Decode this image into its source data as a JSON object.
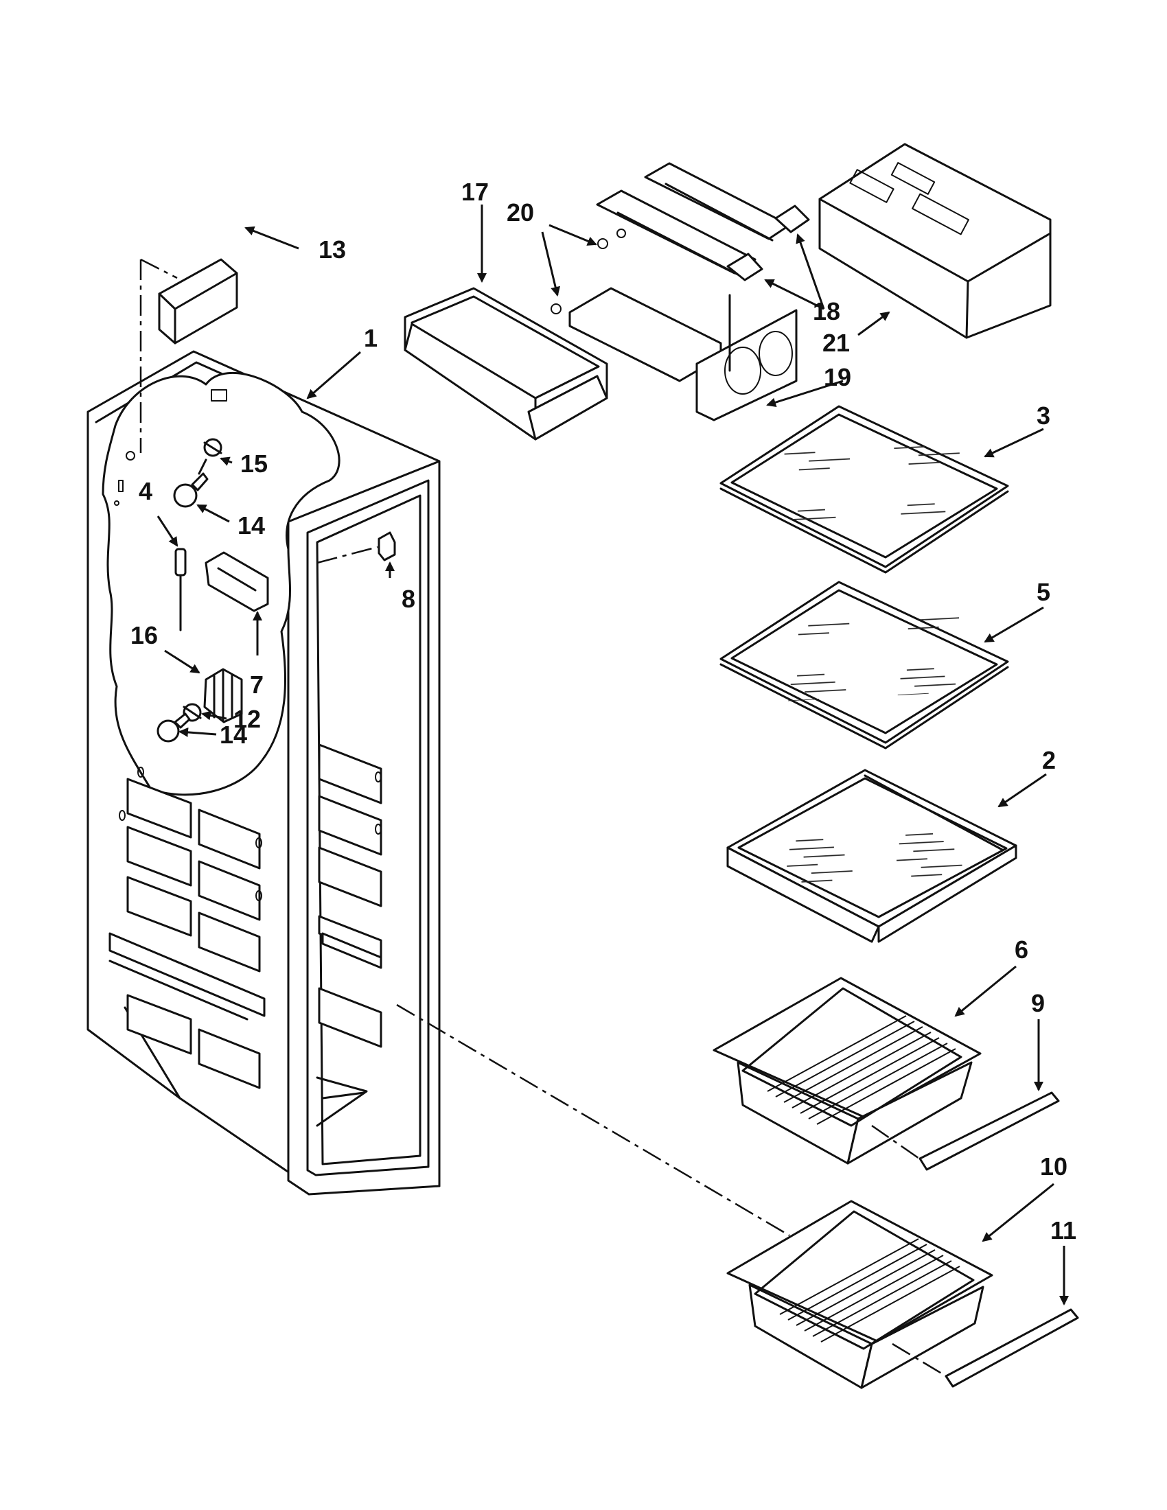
{
  "diagram": {
    "callouts": [
      {
        "id": "callout-1",
        "label": "1"
      },
      {
        "id": "callout-2",
        "label": "2"
      },
      {
        "id": "callout-3",
        "label": "3"
      },
      {
        "id": "callout-4",
        "label": "4"
      },
      {
        "id": "callout-5",
        "label": "5"
      },
      {
        "id": "callout-6",
        "label": "6"
      },
      {
        "id": "callout-7",
        "label": "7"
      },
      {
        "id": "callout-8",
        "label": "8"
      },
      {
        "id": "callout-9",
        "label": "9"
      },
      {
        "id": "callout-10",
        "label": "10"
      },
      {
        "id": "callout-11",
        "label": "11"
      },
      {
        "id": "callout-12",
        "label": "12"
      },
      {
        "id": "callout-13",
        "label": "13"
      },
      {
        "id": "callout-14a",
        "label": "14"
      },
      {
        "id": "callout-14b",
        "label": "14"
      },
      {
        "id": "callout-15",
        "label": "15"
      },
      {
        "id": "callout-16",
        "label": "16"
      },
      {
        "id": "callout-17",
        "label": "17"
      },
      {
        "id": "callout-18",
        "label": "18"
      },
      {
        "id": "callout-19",
        "label": "19"
      },
      {
        "id": "callout-20",
        "label": "20"
      },
      {
        "id": "callout-21",
        "label": "21"
      }
    ]
  }
}
